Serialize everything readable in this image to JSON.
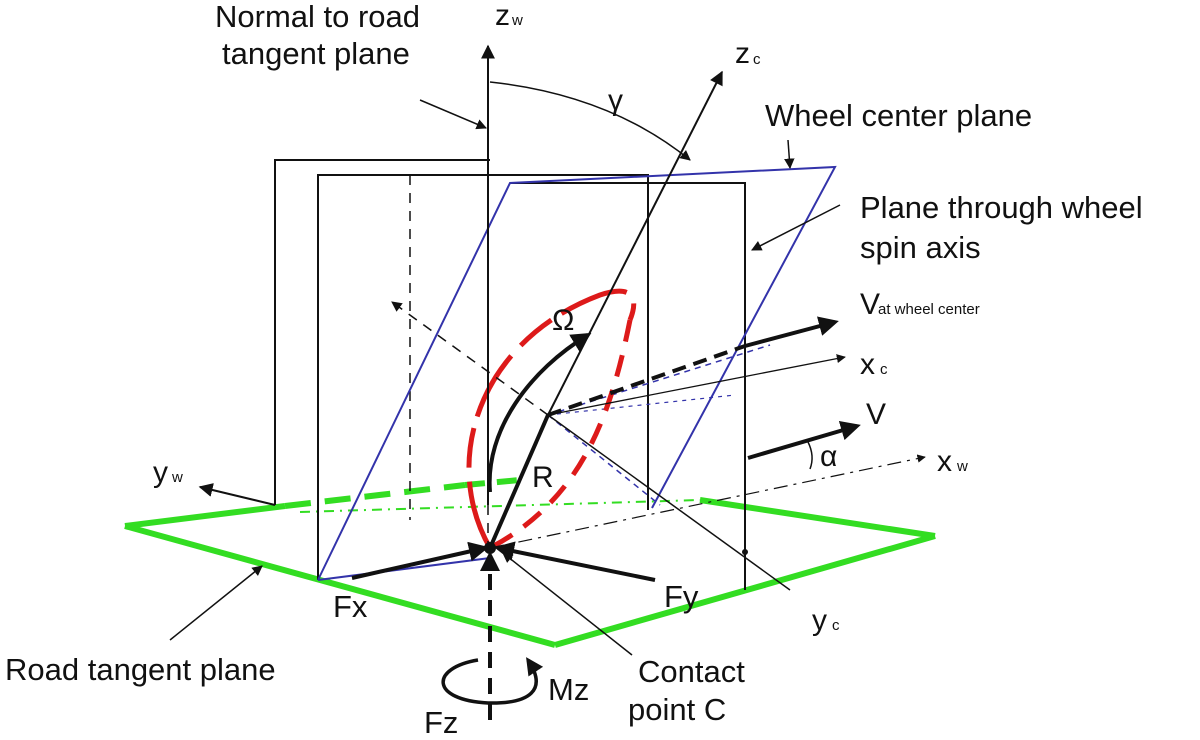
{
  "labels": {
    "normal_line1": "Normal to road",
    "normal_line2": "tangent plane",
    "zw": "z",
    "zw_sub": "w",
    "zc": "z",
    "zc_sub": "c",
    "gamma": "γ",
    "wheel_center_plane": "Wheel center plane",
    "spin_axis_line1": "Plane through wheel",
    "spin_axis_line2": "spin axis",
    "v_wheel": "V",
    "v_wheel_sub": "at wheel center",
    "omega": "Ω",
    "xc": "x",
    "xc_sub": "c",
    "v": "V",
    "alpha": "α",
    "xw": "x",
    "xw_sub": "w",
    "yw": "y",
    "yw_sub": "w",
    "r": "R",
    "fx": "Fx",
    "fy": "Fy",
    "yc": "y",
    "yc_sub": "c",
    "road_tangent_plane": "Road tangent plane",
    "contact_line1": "Contact",
    "contact_line2": "point C",
    "mz": "Mz",
    "fz": "Fz"
  },
  "colors": {
    "line": "#111111",
    "road_plane": "#33dd22",
    "wheel_plane": "#3333aa",
    "wheel": "#dd1a1a"
  }
}
